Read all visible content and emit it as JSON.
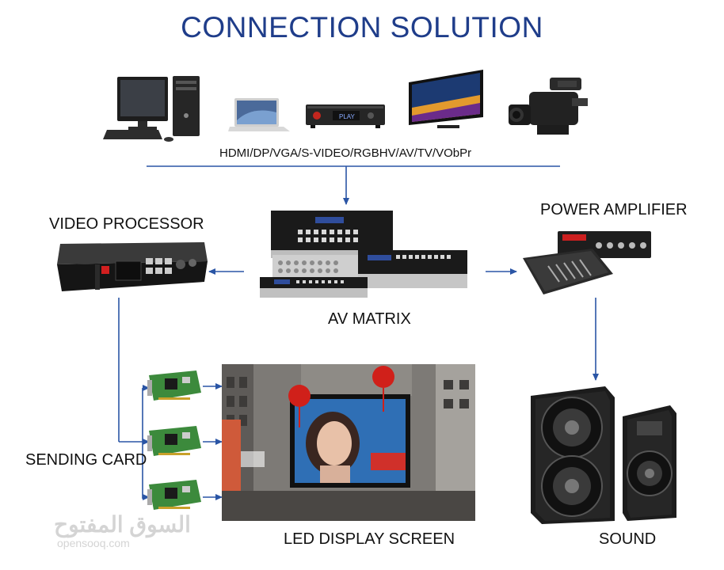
{
  "title": "CONNECTION SOLUTION",
  "sources": {
    "label": "HDMI/DP/VGA/S-VIDEO/RGBHV/AV/TV/VObPr",
    "player_screen_text": "PLAY"
  },
  "labels": {
    "video_processor": "VIDEO PROCESSOR",
    "power_amplifier": "POWER AMPLIFIER",
    "av_matrix": "AV MATRIX",
    "sending_card": "SENDING CARD",
    "led_display_screen": "LED DISPLAY SCREEN",
    "sound": "SOUND"
  },
  "watermark": {
    "arabic": "السوق المفتوح",
    "latin": "opensooq.com"
  },
  "colors": {
    "title": "#1f3d8a",
    "connector": "#2a55a5",
    "device_dark": "#1a1a1a",
    "device_metal": "#c8c8c8"
  }
}
